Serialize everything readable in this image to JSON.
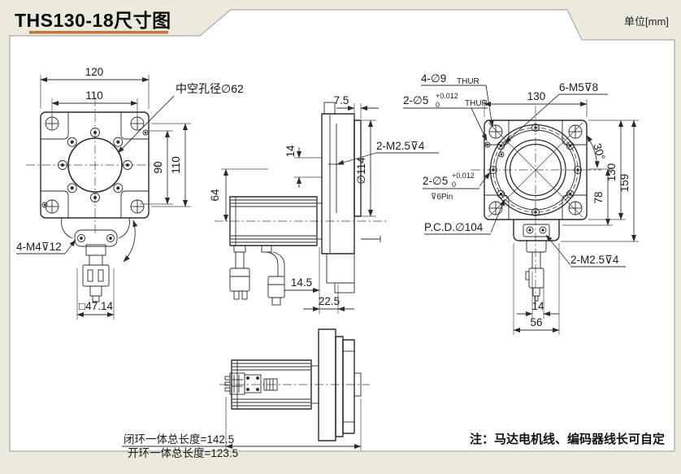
{
  "page": {
    "title": "THS130-18尺寸图",
    "unit": "单位[mm]",
    "note": "注：马达电机线、编码器线长可自定",
    "accent_color": "#c2783b",
    "frame_color": "#a8aca0",
    "line_color": "#2b2b2b"
  },
  "front_view": {
    "dim_width_outer": "120",
    "dim_width_inner": "110",
    "dim_height_inner": "90",
    "dim_height_outer": "110",
    "label_bore": "中空孔径∅62",
    "label_m4": "4-M4⊽12",
    "dim_square": "□47.14"
  },
  "side_view": {
    "dim_thickness": "7.5",
    "dim_offset": "14",
    "dim_motor": "64",
    "dim_flange": "∅114",
    "label_m25": "2-M2.5⊽4",
    "dim_gap": "14.5",
    "dim_depth": "22.5"
  },
  "bottom_view": {
    "label_4d9": "4-∅9",
    "label_4d9_suffix": "THUR",
    "label_2d5_top": "2-∅5",
    "label_2d5_top_sup": "+0.012",
    "label_2d5_top_sub": "0",
    "label_2d5_top_suffix": "THUR",
    "label_6m5": "6-M5⊽8",
    "dim_width": "130",
    "dim_angle": "30°",
    "dim_height": "130",
    "dim_total_height": "159",
    "dim_offset": "78",
    "label_2d5_side": "2-∅5",
    "label_2d5_side_sup": "+0.012",
    "label_2d5_side_sub": "0",
    "label_2d5_side_suffix": "⊽6Pin",
    "label_pcd": "P.C.D.∅104",
    "label_m25": "2-M2.5⊽4",
    "dim_conn": "14",
    "dim_housing": "56"
  },
  "length_view": {
    "closed_loop": "闭环一体总长度=142.5",
    "open_loop": "开环一体总长度=123.5"
  }
}
